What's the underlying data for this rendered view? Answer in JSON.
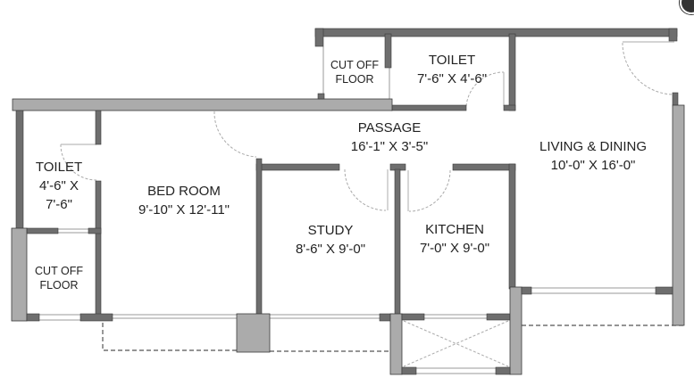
{
  "rooms": [
    {
      "name": "CUT OFF",
      "name2": "FLOOR",
      "dims": ""
    },
    {
      "name": "TOILET",
      "dims": "7'-6\" X 4'-6\""
    },
    {
      "name": "PASSAGE",
      "dims": "16'-1\" X 3'-5\""
    },
    {
      "name": "LIVING & DINING",
      "dims": "10'-0\" X 16'-0\""
    },
    {
      "name": "TOILET",
      "dims": "4'-6\" X",
      "dims2": "7'-6\""
    },
    {
      "name": "BED ROOM",
      "dims": "9'-10\" X 12'-11\""
    },
    {
      "name": "STUDY",
      "dims": "8'-6\" X 9'-0\""
    },
    {
      "name": "KITCHEN",
      "dims": "7'-0\" X 9'-0\""
    },
    {
      "name": "CUT OFF",
      "name2": "FLOOR"
    }
  ],
  "colors": {
    "wall": "#6e6e6e",
    "column": "#ababab"
  }
}
